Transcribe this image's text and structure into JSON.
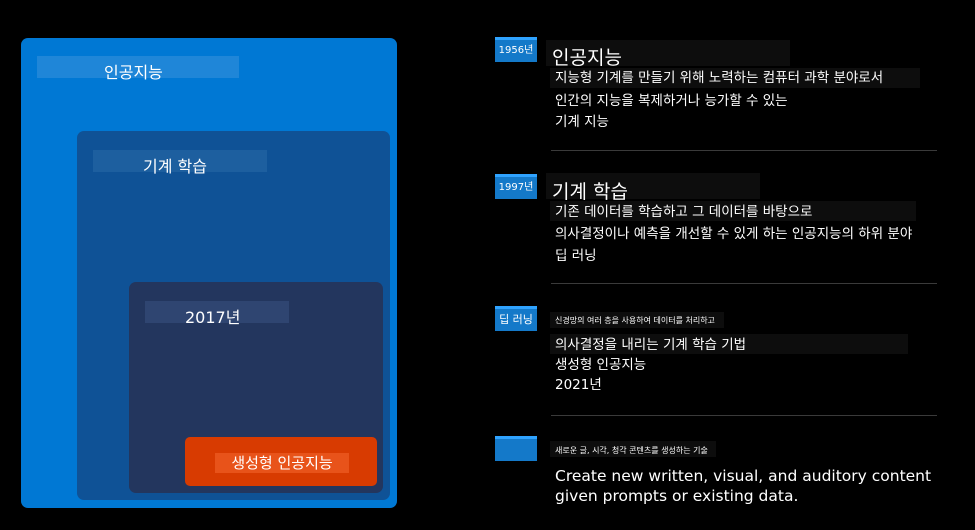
{
  "diagram": {
    "ai_label": "인공지능",
    "ml_label": "기계 학습",
    "dl_label": "2017년",
    "genai_label": "생성형 인공지능"
  },
  "timeline": [
    {
      "badge": "1956년",
      "title": "인공지능",
      "lines": [
        "지능형 기계를 만들기 위해 노력하는 컴퓨터 과학 분야로서",
        "인간의 지능을 복제하거나 능가할 수 있는",
        "기계 지능"
      ]
    },
    {
      "badge": "1997년",
      "title": "기계 학습",
      "lines": [
        "기존 데이터를 학습하고 그 데이터를 바탕으로",
        "의사결정이나 예측을 개선할 수 있게 하는 인공지능의 하위 분야",
        "딥 러닝"
      ]
    },
    {
      "badge": "딥 러닝",
      "small": "신경망의 여러 층을 사용하여 데이터를 처리하고",
      "lines": [
        "의사결정을 내리는 기계 학습 기법",
        "생성형 인공지능",
        "2021년"
      ]
    },
    {
      "badge": "",
      "small": "새로운 글, 시각, 청각 콘텐츠를 생성하는 기술",
      "lines": [
        "Create new written, visual, and auditory content",
        "given prompts or existing data."
      ]
    }
  ],
  "colors": {
    "ai_box": "#0078d4",
    "ml_box": "#0f5296",
    "dl_box": "#23365e",
    "genai_button": "#d83b01",
    "badge": "#1479c9",
    "background": "#000000"
  }
}
